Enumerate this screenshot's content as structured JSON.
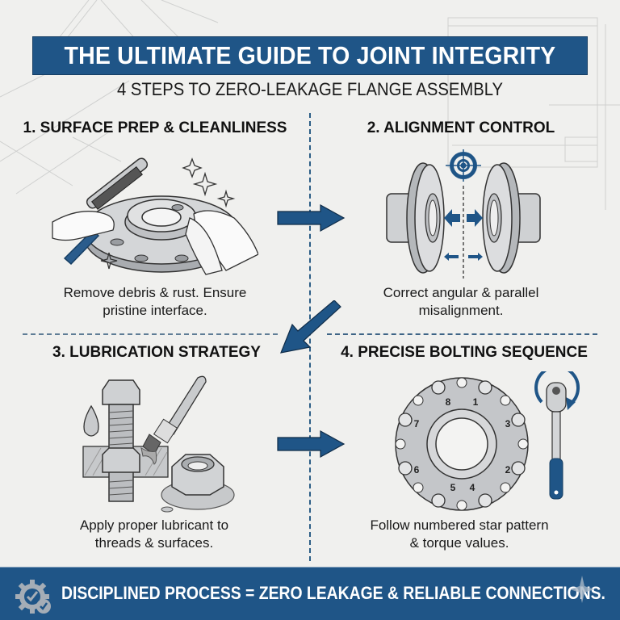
{
  "header": {
    "title": "THE ULTIMATE GUIDE TO JOINT INTEGRITY",
    "subtitle": "4 STEPS TO ZERO-LEAKAGE FLANGE ASSEMBLY"
  },
  "steps": [
    {
      "number": 1,
      "title": "1. SURFACE PREP & CLEANLINESS",
      "caption_line1": "Remove debris & rust. Ensure",
      "caption_line2": "pristine interface.",
      "icons": [
        "wire-brush-icon",
        "flange-icon",
        "cleaning-cloth-icon",
        "sparkle-icon"
      ]
    },
    {
      "number": 2,
      "title": "2. ALIGNMENT CONTROL",
      "caption_line1": "Correct angular & parallel",
      "caption_line2": "misalignment.",
      "icons": [
        "crosshair-target-icon",
        "flange-pair-icon",
        "alignment-arrows-icon"
      ]
    },
    {
      "number": 3,
      "title": "3. LUBRICATION STRATEGY",
      "caption_line1": "Apply proper lubricant to",
      "caption_line2": "threads & surfaces.",
      "icons": [
        "bolt-icon",
        "oil-drop-icon",
        "paint-brush-icon",
        "nut-icon"
      ]
    },
    {
      "number": 4,
      "title": "4. PRECISE BOLTING SEQUENCE",
      "caption_line1": "Follow numbered star pattern",
      "caption_line2": "& torque values.",
      "bolt_sequence": [
        "1",
        "2",
        "3",
        "4",
        "5",
        "6",
        "7",
        "8"
      ],
      "icons": [
        "flange-bolt-pattern-icon",
        "torque-wrench-icon"
      ]
    }
  ],
  "flow_arrows": [
    "step1-to-step2",
    "step2-to-step3",
    "step3-to-step4"
  ],
  "footer": {
    "text": "DISCIPLINED PROCESS = ZERO LEAKAGE & RELIABLE CONNECTIONS.",
    "icon": "gear-check-icon"
  },
  "colors": {
    "primary_blue": "#1f5587",
    "background": "#f0f0ee",
    "text_dark": "#111111",
    "metal_gray": "#b9bcc0"
  }
}
